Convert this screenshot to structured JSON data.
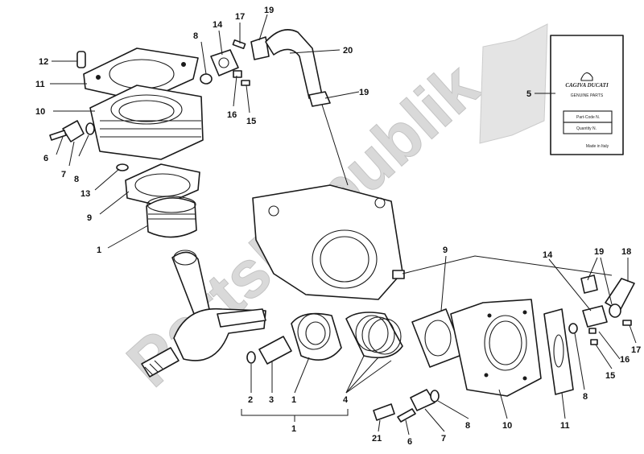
{
  "watermark": {
    "text": "PartsRepublik"
  },
  "document": {
    "brand": "CAGIVA DUCATI",
    "subtitle": "GENUINE PARTS",
    "field_code": "Part-Code N.",
    "field_qty": "Quantity N.",
    "footer": "Made in Italy"
  },
  "callouts": [
    {
      "id": "c1",
      "label": "1"
    },
    {
      "id": "c2",
      "label": "2"
    },
    {
      "id": "c3",
      "label": "3"
    },
    {
      "id": "c4",
      "label": "4"
    },
    {
      "id": "c5",
      "label": "5"
    },
    {
      "id": "c6",
      "label": "6"
    },
    {
      "id": "c7",
      "label": "7"
    },
    {
      "id": "c8",
      "label": "8"
    },
    {
      "id": "c9",
      "label": "9"
    },
    {
      "id": "c10",
      "label": "10"
    },
    {
      "id": "c11",
      "label": "11"
    },
    {
      "id": "c12",
      "label": "12"
    },
    {
      "id": "c13",
      "label": "13"
    },
    {
      "id": "c14",
      "label": "14"
    },
    {
      "id": "c15",
      "label": "15"
    },
    {
      "id": "c16",
      "label": "16"
    },
    {
      "id": "c17",
      "label": "17"
    },
    {
      "id": "c18",
      "label": "18"
    },
    {
      "id": "c19",
      "label": "19"
    },
    {
      "id": "c20",
      "label": "20"
    },
    {
      "id": "c21",
      "label": "21"
    }
  ]
}
